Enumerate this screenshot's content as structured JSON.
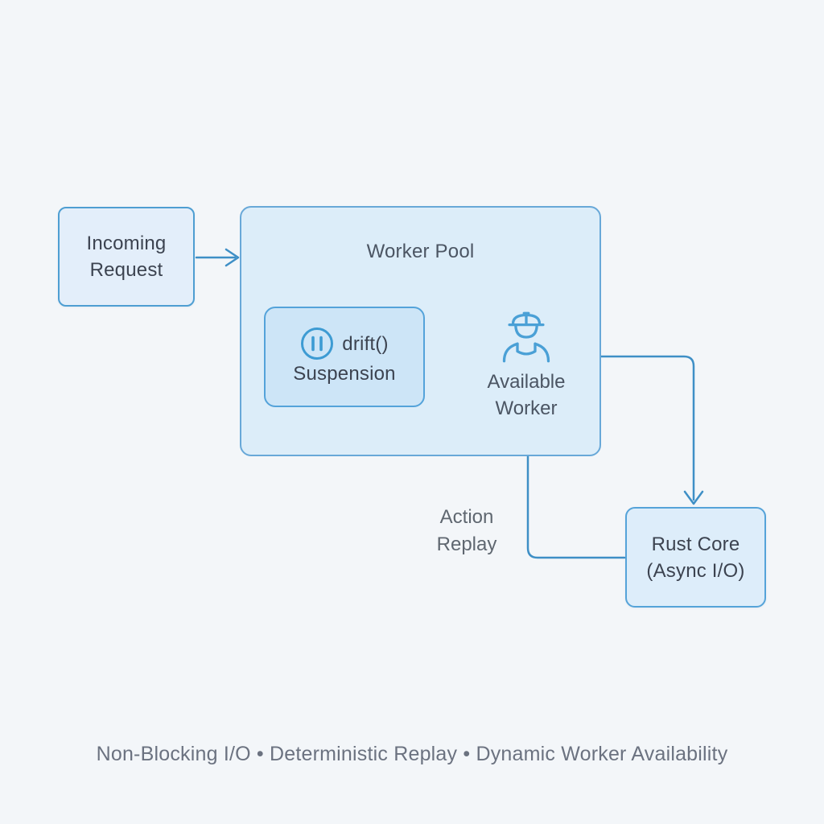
{
  "nodes": {
    "incoming_request": {
      "line1": "Incoming",
      "line2": "Request"
    },
    "worker_pool": {
      "title": "Worker Pool"
    },
    "drift_suspension": {
      "label": "drift()",
      "sublabel": "Suspension",
      "icon": "pause-icon"
    },
    "available_worker": {
      "line1": "Available",
      "line2": "Worker",
      "icon": "construction-worker-icon"
    },
    "rust_core": {
      "line1": "Rust Core",
      "line2": "(Async I/O)"
    }
  },
  "edge_labels": {
    "action_replay": {
      "line1": "Action",
      "line2": "Replay"
    }
  },
  "caption": "Non-Blocking I/O • Deterministic Replay • Dynamic Worker Availability",
  "colors": {
    "background": "#f3f6f9",
    "arrow": "#3e8fc6",
    "box_border": "#55a3d9",
    "incoming_fill": "#e3eefa",
    "pool_fill": "#dcedf9",
    "drift_fill": "#cde5f7",
    "rust_fill": "#ddedfa",
    "text_dark": "#3c4350",
    "text_gray": "#5f6770",
    "icon_blue": "#4aa0d6"
  }
}
